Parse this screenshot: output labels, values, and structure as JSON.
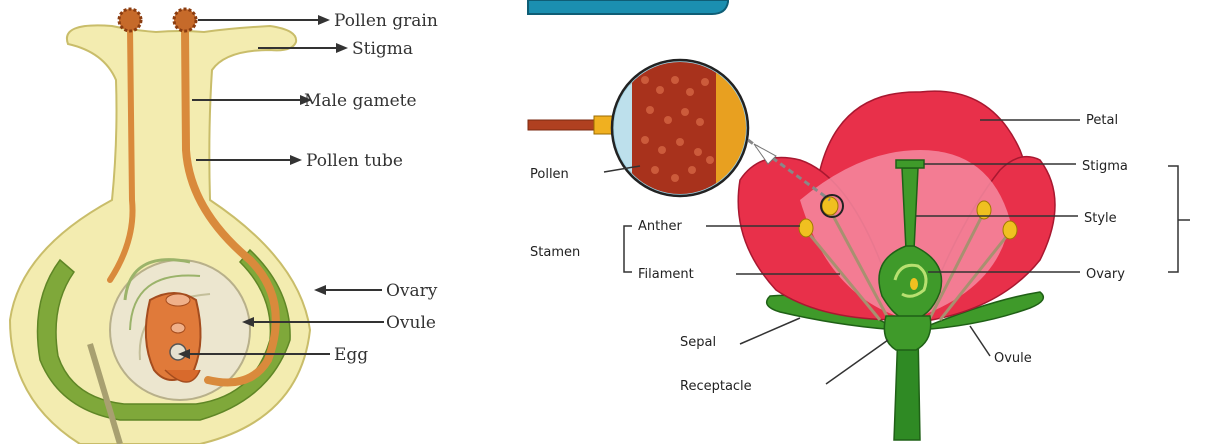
{
  "left_diagram": {
    "labels": {
      "pollen_grain": "Pollen grain",
      "stigma": "Stigma",
      "male_gamete": "Male gamete",
      "pollen_tube": "Pollen tube",
      "ovary": "Ovary",
      "ovule": "Ovule",
      "egg": "Egg"
    }
  },
  "right_diagram": {
    "labels": {
      "petal": "Petal",
      "stigma": "Stigma",
      "style": "Style",
      "ovary": "Ovary",
      "anther": "Anther",
      "filament": "Filament",
      "stamen": "Stamen",
      "pollen": "Pollen",
      "sepal": "Sepal",
      "receptacle": "Receptacle",
      "ovule": "Ovule"
    }
  },
  "colors": {
    "petal": "#e8304a",
    "petal_inner": "#f58aa0",
    "green": "#3f9a2a",
    "pistil_yellow": "#f3ecb0",
    "pollen_tube": "#d98a3c",
    "banner": "#1b8fb0"
  }
}
